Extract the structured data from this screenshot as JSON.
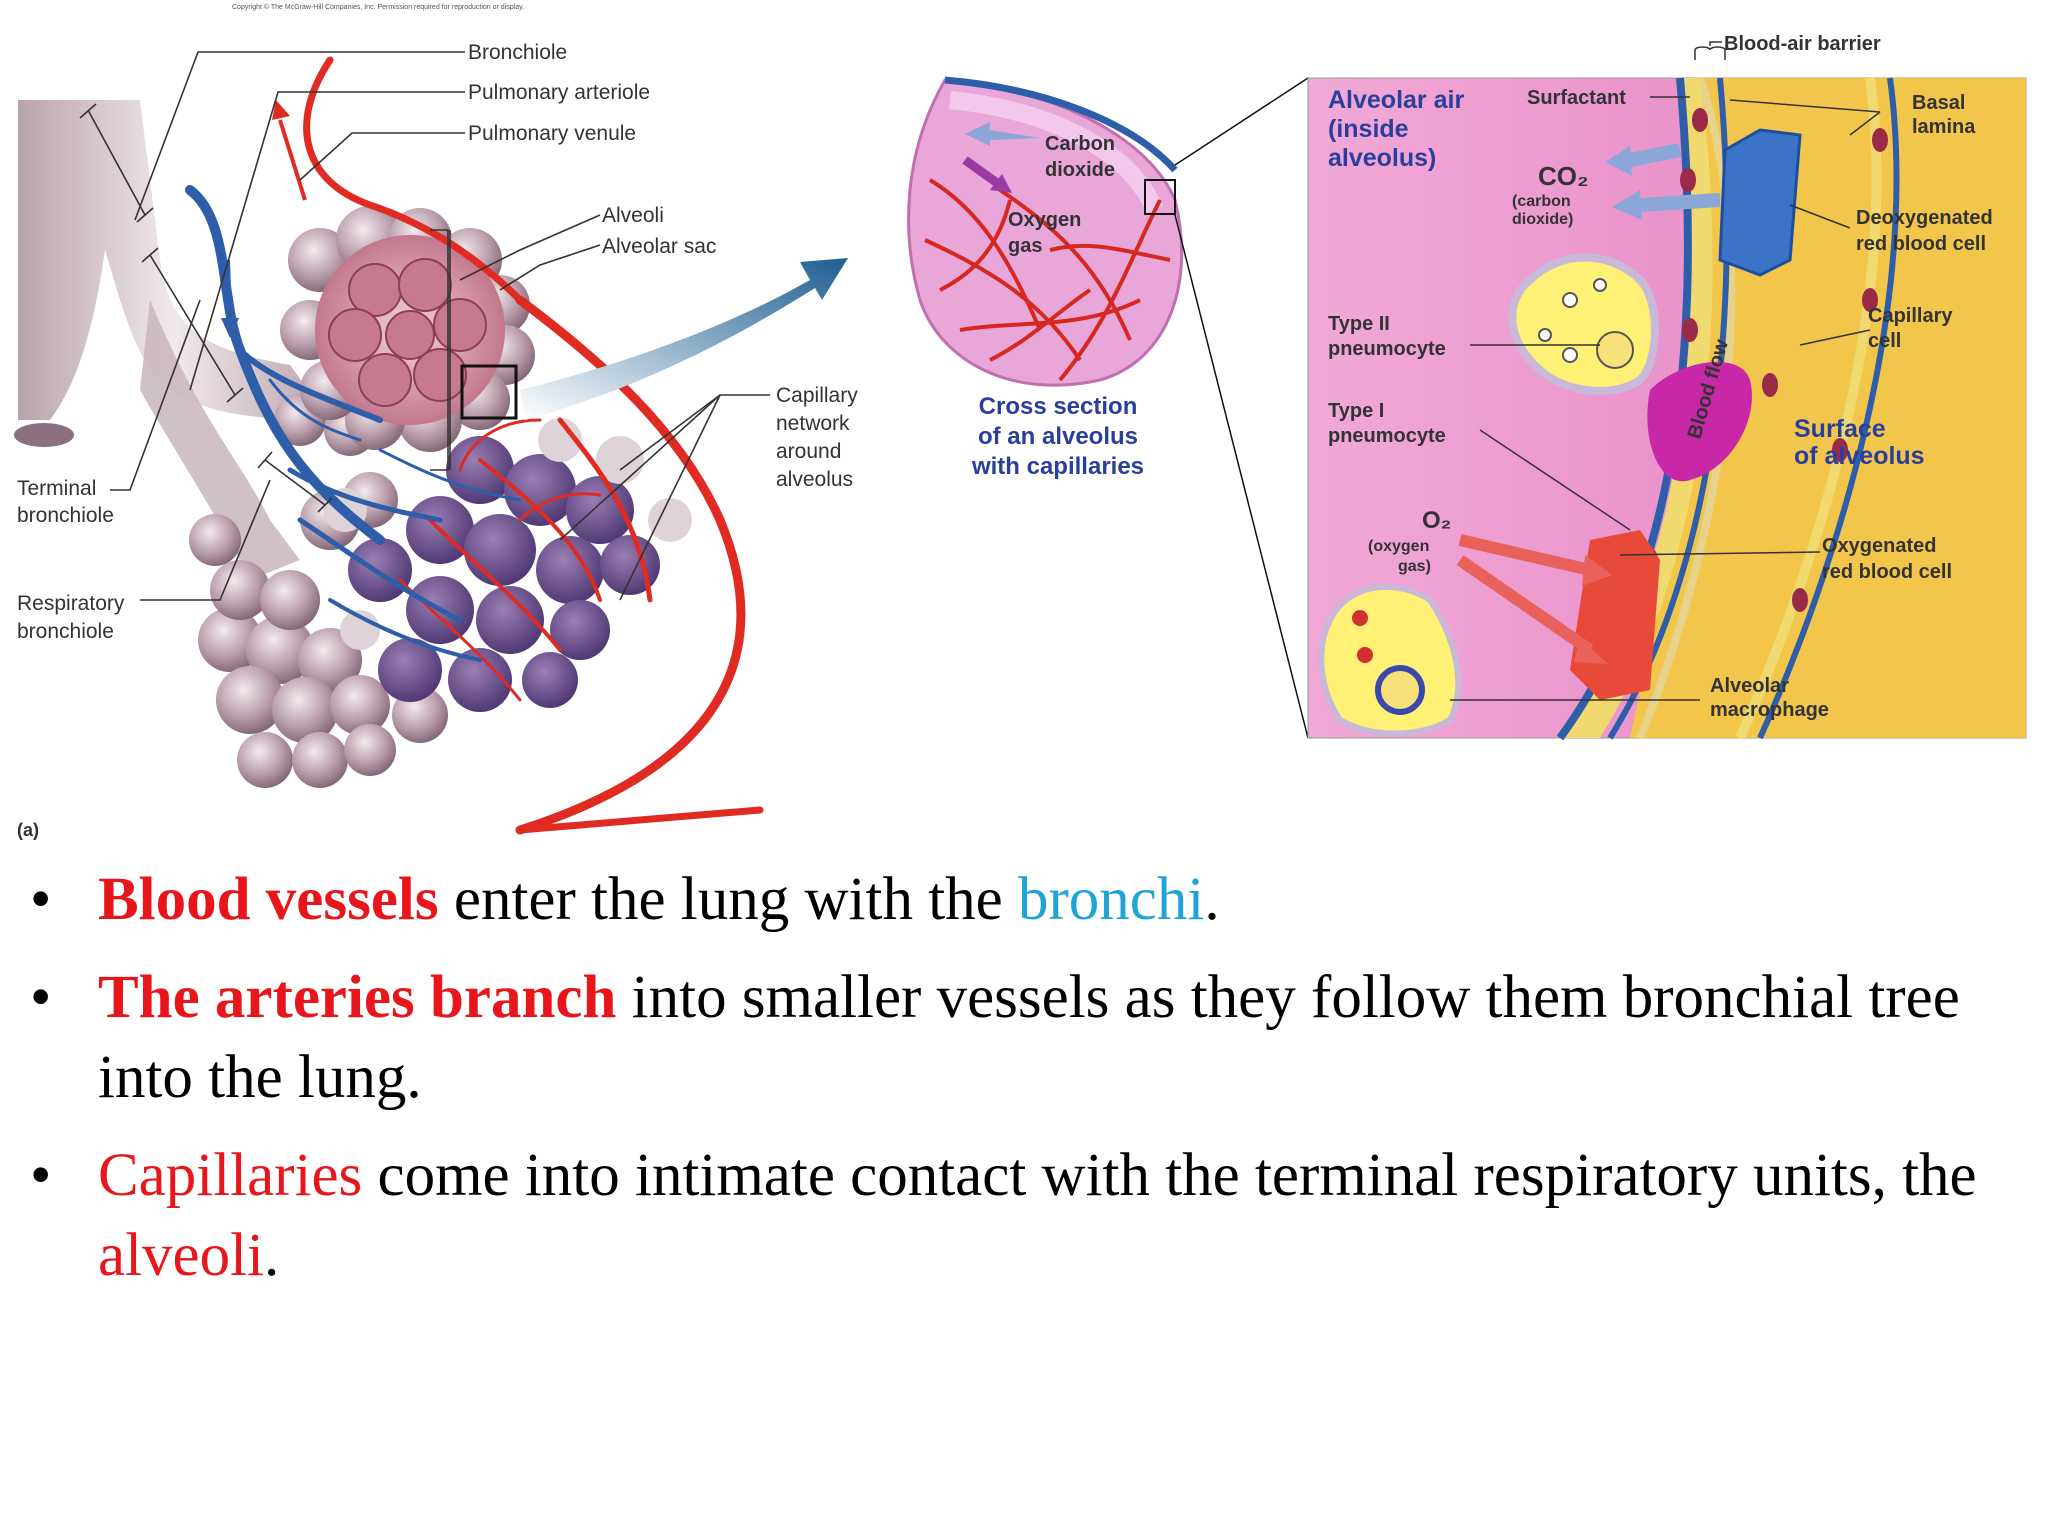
{
  "copyright": "Copyright © The McGraw-Hill Companies, Inc. Permission required for reproduction or display.",
  "left_figure": {
    "labels": {
      "bronchiole": "Bronchiole",
      "pulmonary_arteriole": "Pulmonary arteriole",
      "pulmonary_venule": "Pulmonary venule",
      "alveoli": "Alveoli",
      "alveolar_sac": "Alveolar sac",
      "capillary_network": [
        "Capillary",
        "network",
        "around",
        "alveolus"
      ],
      "terminal_bronchiole": [
        "Terminal",
        "bronchiole"
      ],
      "respiratory_bronchiole": [
        "Respiratory",
        "bronchiole"
      ],
      "panel": "(a)"
    }
  },
  "middle_figure": {
    "carbon_dioxide": [
      "Carbon",
      "dioxide"
    ],
    "oxygen_gas": [
      "Oxygen",
      "gas"
    ],
    "caption": [
      "Cross section",
      "of an alveolus",
      "with capillaries"
    ]
  },
  "right_figure": {
    "blood_air_barrier": "Blood-air barrier",
    "alveolar_air": [
      "Alveolar air",
      "(inside",
      "alveolus)"
    ],
    "surfactant": "Surfactant",
    "basal_lamina": [
      "Basal",
      "lamina"
    ],
    "co2": "CO₂",
    "co2_note": [
      "(carbon",
      "dioxide)"
    ],
    "deoxygenated": [
      "Deoxygenated",
      "red blood cell"
    ],
    "type2": [
      "Type II",
      "pneumocyte"
    ],
    "capillary_cell": [
      "Capillary",
      "cell"
    ],
    "type1": [
      "Type I",
      "pneumocyte"
    ],
    "blood_flow": "Blood flow",
    "surface": [
      "Surface",
      "of alveolus"
    ],
    "o2": "O₂",
    "o2_note": [
      "(oxygen",
      "gas)"
    ],
    "oxygenated": [
      "Oxygenated",
      "red blood cell"
    ],
    "macrophage": [
      "Alveolar",
      "macrophage"
    ]
  },
  "bullets": [
    {
      "hl": "Blood vessels",
      "mid": " enter the lung with the ",
      "hl2": "bronchi",
      "end": "."
    },
    {
      "hl": "The arteries branch",
      "mid": " into smaller vessels as they follow them bronchial tree into the lung."
    },
    {
      "hl": "Capillaries",
      "mid": " come into intimate contact with the terminal respiratory units, the ",
      "hl2": "alveoli",
      "end": "."
    }
  ],
  "colors": {
    "artery": "#e02b22",
    "vein": "#2e5eaa",
    "highlight_red": "#e8161b",
    "highlight_cyan": "#20a3d6"
  }
}
